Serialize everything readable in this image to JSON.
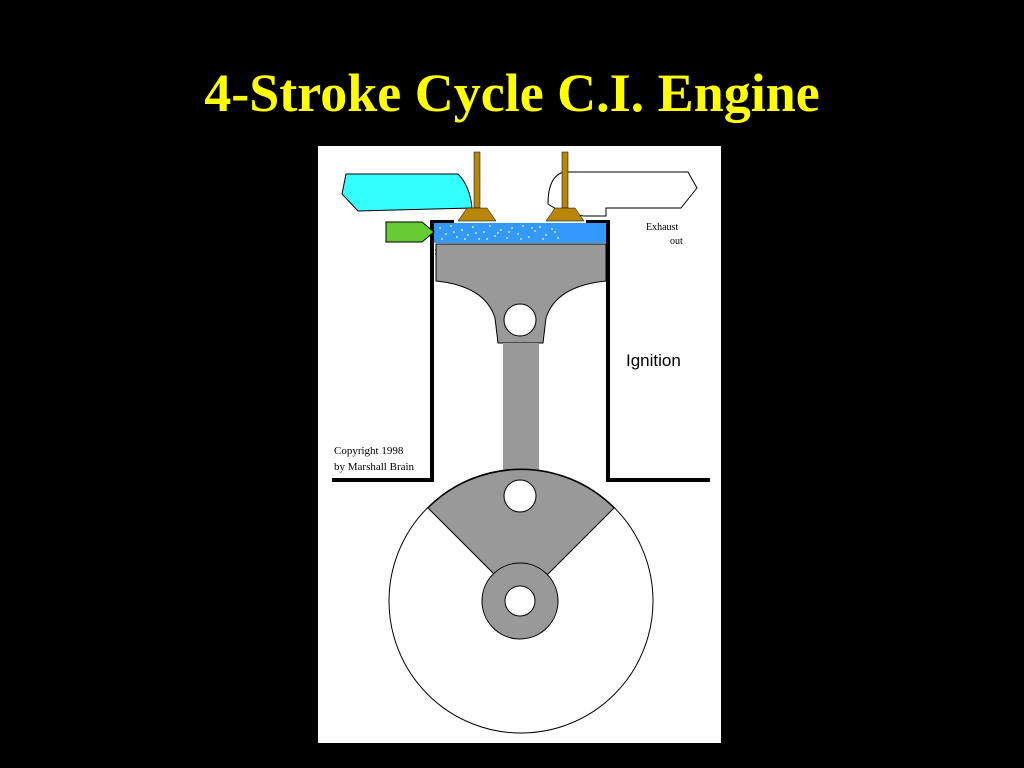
{
  "slide": {
    "title": "4-Stroke Cycle C.I. Engine"
  },
  "diagram": {
    "stage_label": "Ignition",
    "exhaust_label_line1": "Exhaust",
    "exhaust_label_line2": "out",
    "copyright_line1": "Copyright 1998",
    "copyright_line2": "by Marshall Brain"
  },
  "colors": {
    "background": "#000000",
    "title": "#ffff00",
    "intake_port": "#33ffff",
    "valve": "#b8860b",
    "injector": "#66cc33",
    "combustion_gas": "#3399ff",
    "fuel_spray": "#ffff66",
    "piston": "#999999"
  }
}
